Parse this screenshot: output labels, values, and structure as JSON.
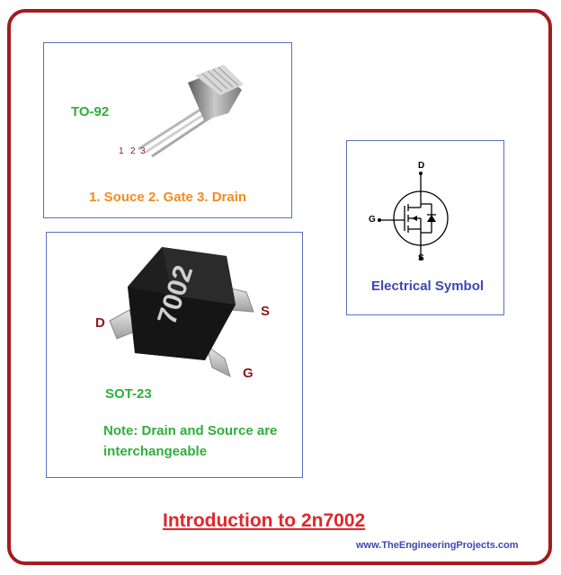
{
  "to92": {
    "title": "TO-92",
    "pin1": "1",
    "pin2": "2",
    "pin3": "3",
    "pinout": "1. Souce 2. Gate 3. Drain"
  },
  "sot23": {
    "marking": "7002",
    "label_d": "D",
    "label_s": "S",
    "label_g": "G",
    "title": "SOT-23",
    "note_line1": "Note: Drain and Source are",
    "note_line2": "interchangeable"
  },
  "symbol": {
    "label_d": "D",
    "label_g": "G",
    "label_s": "S",
    "caption": "Electrical Symbol"
  },
  "footer": {
    "title": "Introduction to 2n7002",
    "url": "www.TheEngineeringProjects.com"
  },
  "colors": {
    "frame": "#a31b1f",
    "box_border": "#5b6fc2",
    "green": "#2fae3b",
    "orange": "#f28b1e",
    "maroon": "#8b1a1a",
    "blue": "#3b48b0",
    "title_red": "#e0262b"
  }
}
